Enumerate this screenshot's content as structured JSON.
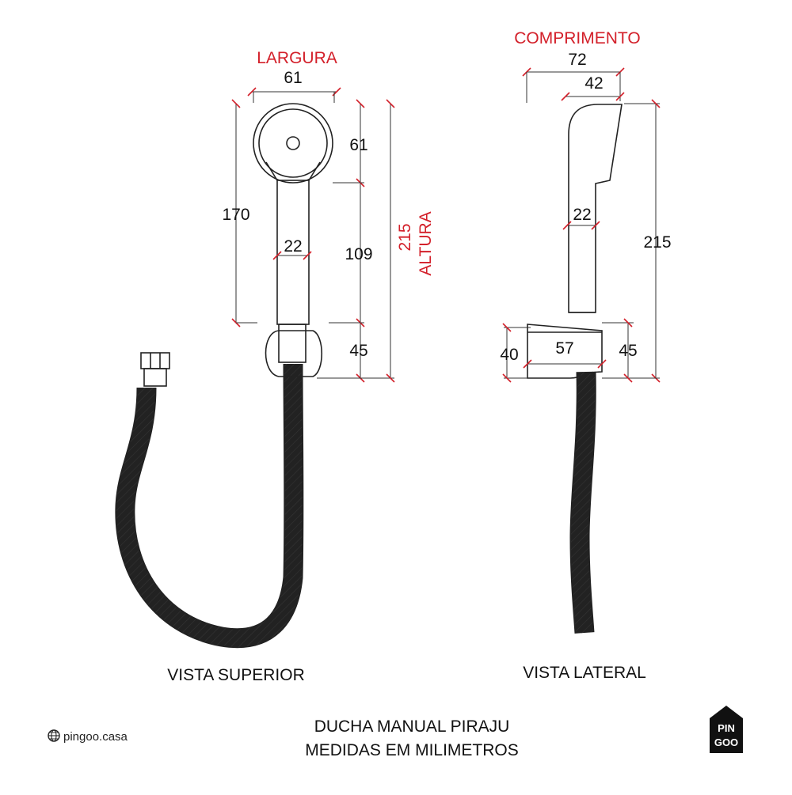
{
  "views": {
    "top": {
      "title": "VISTA SUPERIOR",
      "width_label": "LARGURA",
      "width_value": "61",
      "height_label": "ALTURA",
      "height_total": "215",
      "head_value": "61",
      "handle_value": "109",
      "upper_value": "170",
      "handle_width": "22",
      "holder_value": "45"
    },
    "side": {
      "title": "VISTA LATERAL",
      "length_label": "COMPRIMENTO",
      "length_value": "72",
      "head_value": "42",
      "handle_width": "22",
      "height_total": "215",
      "holder_height": "40",
      "holder_length": "57",
      "holder_value": "45"
    }
  },
  "caption": {
    "line1": "DUCHA MANUAL PIRAJU",
    "line2": "MEDIDAS EM MILIMETROS"
  },
  "brand": {
    "website": "pingoo.casa",
    "logo_line1": "PIN",
    "logo_line2": "GOO"
  },
  "colors": {
    "dimension_red": "#d3202a",
    "ink": "#222222",
    "logo": "#111111"
  },
  "icons": [
    "globe-icon",
    "pingoo-logo"
  ]
}
